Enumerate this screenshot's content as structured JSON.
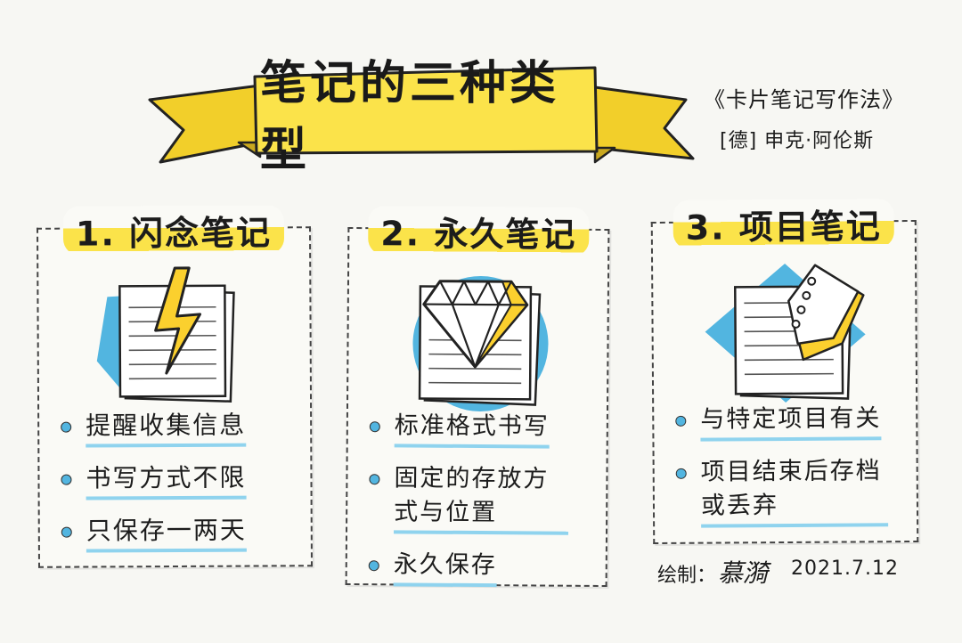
{
  "title": "笔记的三种类型",
  "source": {
    "book": "《卡片笔记写作法》",
    "author": "[德] 申克·阿伦斯"
  },
  "cards": [
    {
      "title": "1. 闪念笔记",
      "icon": "lightning-bolt-icon",
      "bullets": [
        "提醒收集信息",
        "书写方式不限",
        "只保存一两天"
      ]
    },
    {
      "title": "2. 永久笔记",
      "icon": "diamond-icon",
      "bullets": [
        "标准格式书写",
        "固定的存放方式与位置",
        "永久保存"
      ]
    },
    {
      "title": "3. 项目笔记",
      "icon": "folded-page-icon",
      "bullets": [
        "与特定项目有关",
        "项目结束后存档或丢弃"
      ]
    }
  ],
  "signature": {
    "label": "绘制：",
    "name": "慕漪",
    "date": "2021.7.12"
  },
  "colors": {
    "highlight_yellow": "#fbe34a",
    "accent_blue": "#52b5e0",
    "underline_blue": "#8fd3ee",
    "ink": "#1c1c1c",
    "paper": "#fafaf6"
  }
}
